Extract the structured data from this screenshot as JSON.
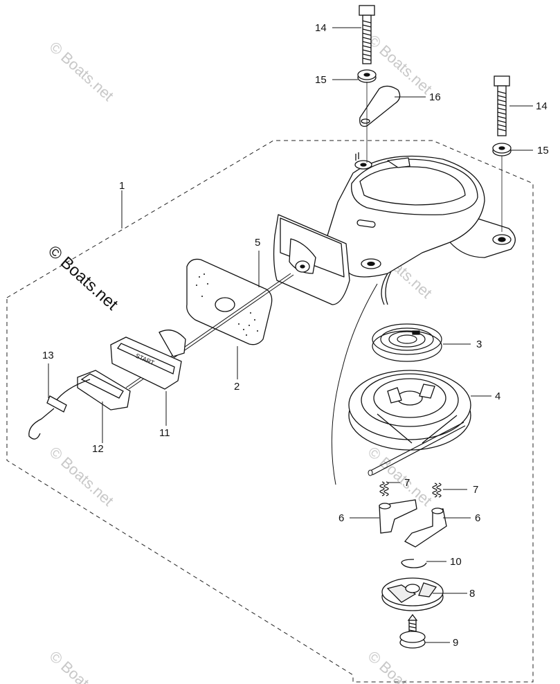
{
  "watermark": {
    "large_text": "© Boats.net",
    "small_text": "© Boats.net"
  },
  "callouts": [
    {
      "id": "c1",
      "number": "1"
    },
    {
      "id": "c2",
      "number": "2"
    },
    {
      "id": "c3",
      "number": "3"
    },
    {
      "id": "c4",
      "number": "4"
    },
    {
      "id": "c5",
      "number": "5"
    },
    {
      "id": "c6a",
      "number": "6"
    },
    {
      "id": "c6b",
      "number": "6"
    },
    {
      "id": "c7a",
      "number": "7"
    },
    {
      "id": "c7b",
      "number": "7"
    },
    {
      "id": "c8",
      "number": "8"
    },
    {
      "id": "c9",
      "number": "9"
    },
    {
      "id": "c10",
      "number": "10"
    },
    {
      "id": "c11",
      "number": "11"
    },
    {
      "id": "c12",
      "number": "12"
    },
    {
      "id": "c13",
      "number": "13"
    },
    {
      "id": "c14a",
      "number": "14"
    },
    {
      "id": "c14b",
      "number": "14"
    },
    {
      "id": "c15a",
      "number": "15"
    },
    {
      "id": "c15b",
      "number": "15"
    },
    {
      "id": "c16",
      "number": "16"
    }
  ],
  "handle_text": "START"
}
